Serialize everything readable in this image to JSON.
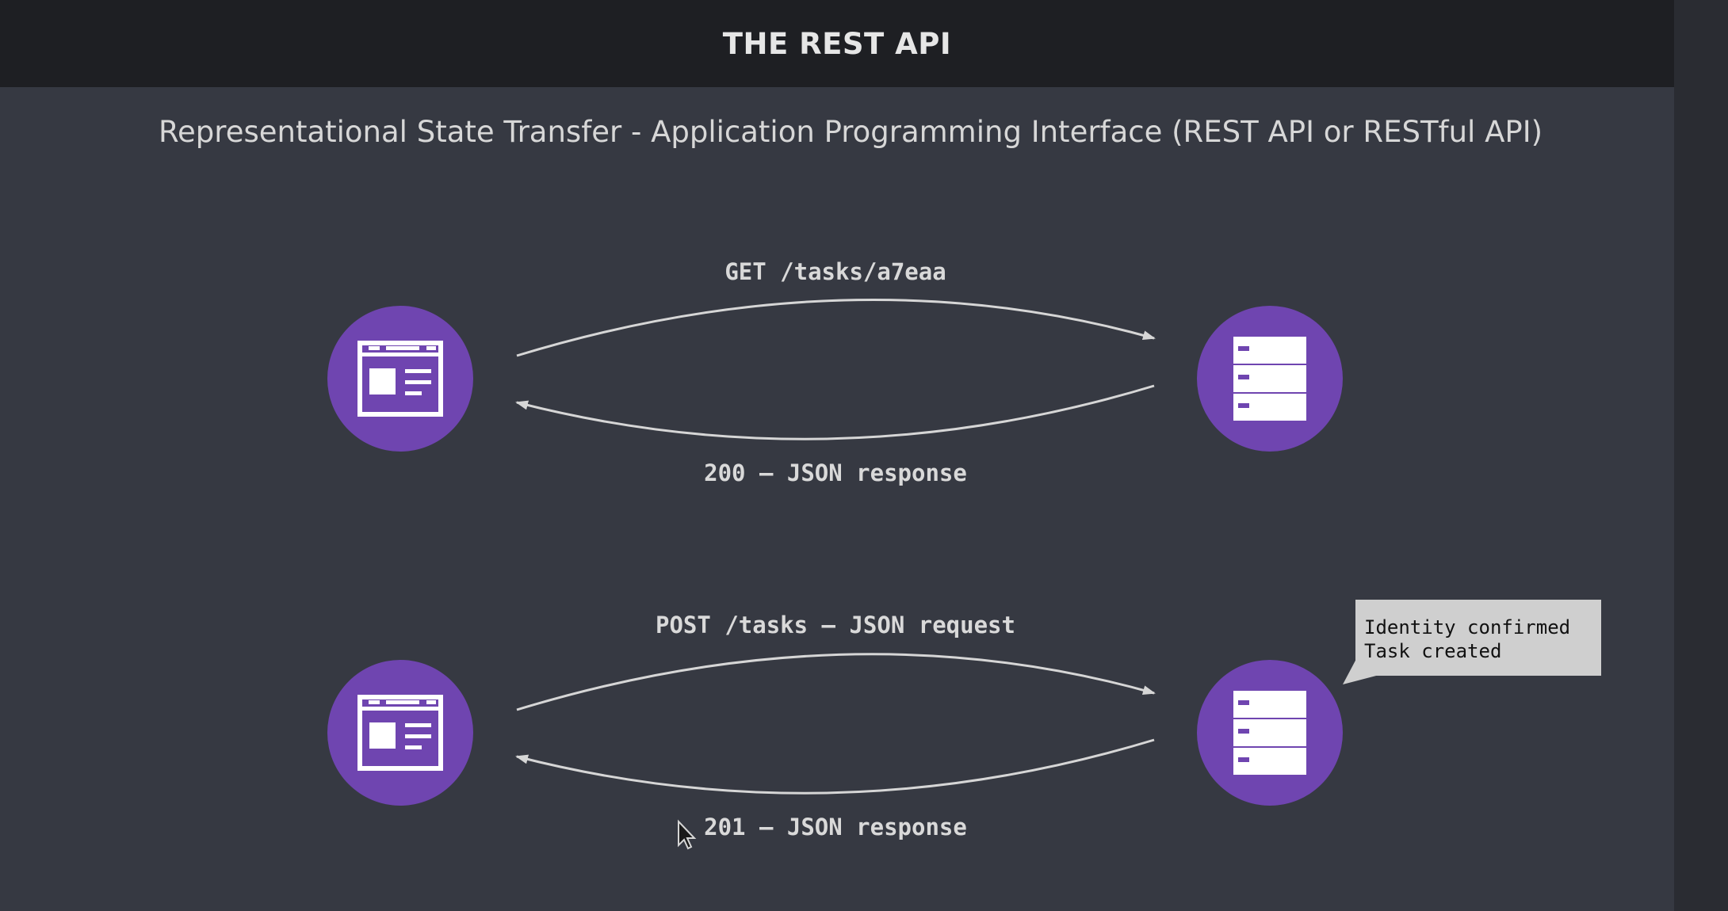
{
  "header": {
    "title": "THE REST API"
  },
  "subtitle": "Representational State Transfer - Application Programming Interface (REST API or RESTful API)",
  "flows": [
    {
      "request": "GET /tasks/a7eaa",
      "response": "200 – JSON response"
    },
    {
      "request": "POST /tasks – JSON request",
      "response": "201 – JSON response"
    }
  ],
  "callout": {
    "line1": "Identity confirmed",
    "line2": "Task created"
  },
  "icons": {
    "client": "browser-window-icon",
    "server": "server-rack-icon"
  },
  "colors": {
    "node": "#6f45b0",
    "background": "#363942",
    "header": "#1e1f23",
    "arrow": "#d6d6d6",
    "callout": "#cfcfcf"
  }
}
